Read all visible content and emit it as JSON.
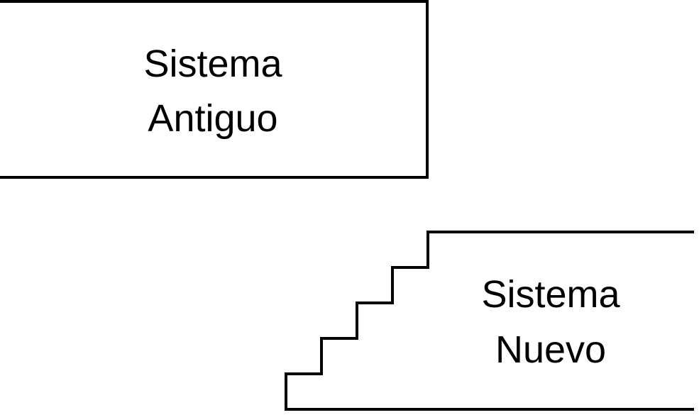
{
  "diagram": {
    "old_system": {
      "line1": "Sistema",
      "line2": "Antiguo"
    },
    "new_system": {
      "line1": "Sistema",
      "line2": "Nuevo"
    },
    "colors": {
      "stroke": "#000000",
      "text": "#000000",
      "background": "#ffffff"
    }
  }
}
